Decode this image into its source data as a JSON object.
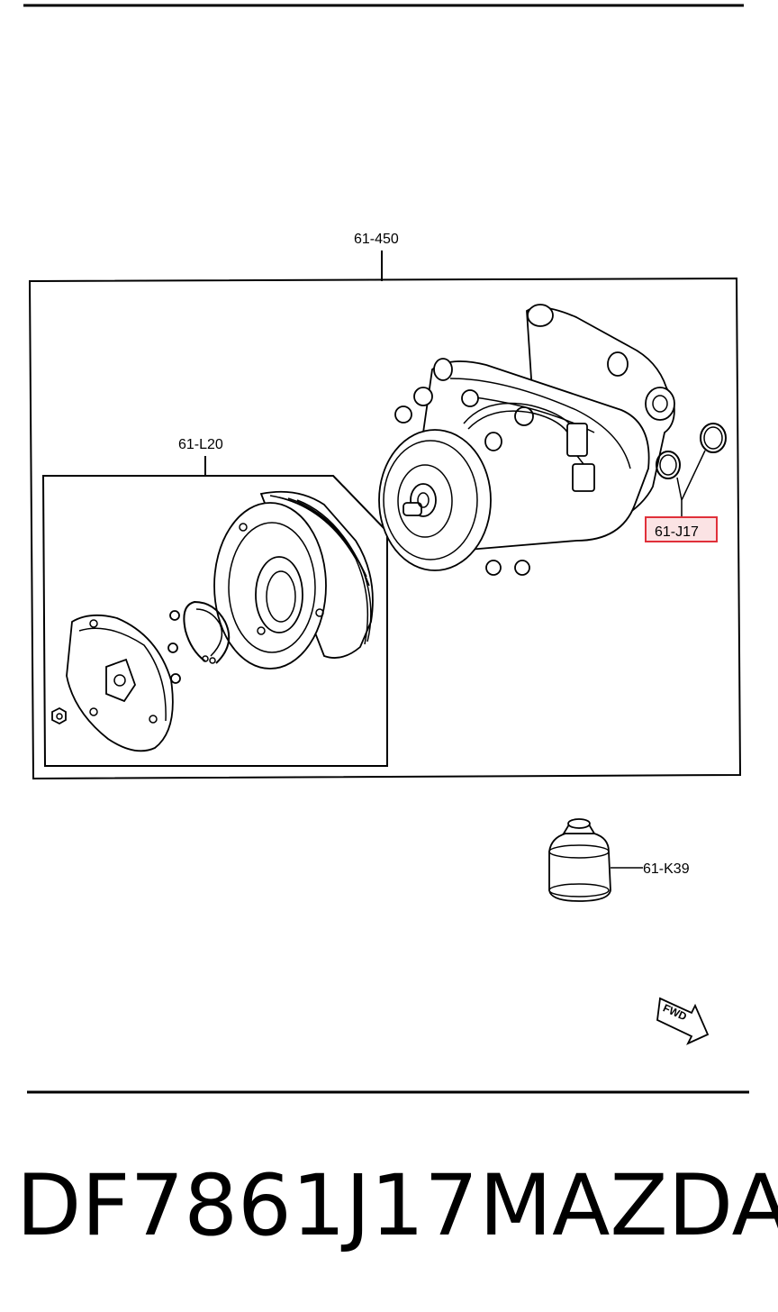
{
  "labels": {
    "assembly": "61-450",
    "clutch": "61-L20",
    "oring": "61-J17",
    "oil": "61-K39"
  },
  "fwd_text": "FWD",
  "footer": {
    "part_number": "DF7861J17",
    "brand": "MAZDA"
  },
  "colors": {
    "highlight": "#e0303a",
    "highlight_fill": "#fbe3e4"
  }
}
